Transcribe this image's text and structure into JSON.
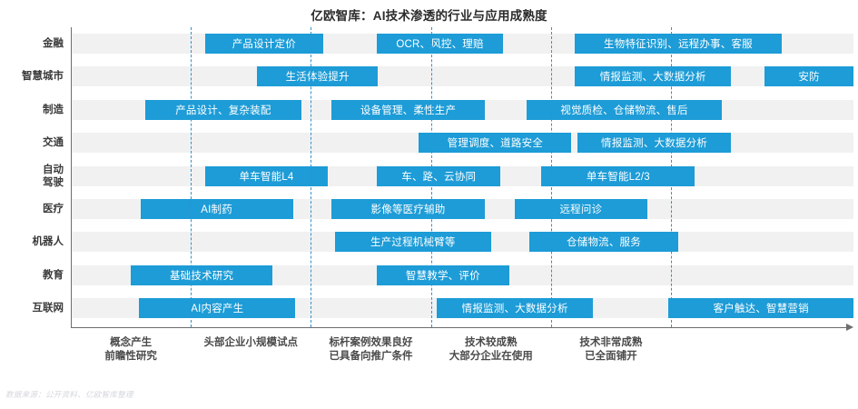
{
  "title": "亿欧智库：AI技术渗透的行业与应用成熟度",
  "source_note": "数据来源：公开资料、亿欧智库整理",
  "colors": {
    "bar": "#1d9cd7",
    "band": "#f1f1f1",
    "grid": "#2f93d0",
    "axis": "#6e6e6e"
  },
  "chart_data": {
    "type": "bar",
    "title": "亿欧智库：AI技术渗透的行业与应用成熟度",
    "xlabel": "",
    "ylabel": "",
    "grid": true,
    "legend": "none",
    "orientation": "horizontal",
    "xlim": [
      0,
      5
    ],
    "x_tick_labels": [
      "概念产生\n前瞻性研究",
      "头部企业小规模试点",
      "标杆案例效果良好\n已具备向推广条件",
      "技术较成熟\n大部分企业在使用",
      "技术非常成熟\n已全面铺开"
    ],
    "x_stages": [
      {
        "line1": "概念产生",
        "line2": "前瞻性研究"
      },
      {
        "line1": "头部企业小规模试点",
        "line2": ""
      },
      {
        "line1": "标杆案例效果良好",
        "line2": "已具备向推广条件"
      },
      {
        "line1": "技术较成熟",
        "line2": "大部分企业在使用"
      },
      {
        "line1": "技术非常成熟",
        "line2": "已全面铺开"
      }
    ],
    "grid_positions": [
      1,
      2,
      3,
      4,
      5
    ],
    "categories": [
      "金融",
      "智慧城市",
      "制造",
      "交通",
      "自动驾驶",
      "医疗",
      "机器人",
      "教育",
      "互联网"
    ],
    "rows": [
      {
        "category": "金融",
        "label_lines": [
          "金融"
        ],
        "bars": [
          {
            "text": "产品设计定价",
            "start": 1.12,
            "end": 2.1
          },
          {
            "text": "OCR、风控、理赔",
            "start": 2.55,
            "end": 3.6
          },
          {
            "text": "生物特征识别、远程办事、客服",
            "start": 4.2,
            "end": 5.92
          }
        ]
      },
      {
        "category": "智慧城市",
        "label_lines": [
          "智慧城市"
        ],
        "bars": [
          {
            "text": "生活体验提升",
            "start": 1.55,
            "end": 2.56
          },
          {
            "text": "情报监测、大数据分析",
            "start": 4.2,
            "end": 5.5
          },
          {
            "text": "安防",
            "start": 5.78,
            "end": 6.52
          }
        ]
      },
      {
        "category": "制造",
        "label_lines": [
          "制造"
        ],
        "bars": [
          {
            "text": "产品设计、复杂装配",
            "start": 0.62,
            "end": 1.92
          },
          {
            "text": "设备管理、柔性生产",
            "start": 2.17,
            "end": 3.45
          },
          {
            "text": "视觉质检、仓储物流、售后",
            "start": 3.8,
            "end": 5.42
          }
        ]
      },
      {
        "category": "交通",
        "label_lines": [
          "交通"
        ],
        "bars": [
          {
            "text": "管理调度、道路安全",
            "start": 2.9,
            "end": 4.17
          },
          {
            "text": "情报监测、大数据分析",
            "start": 4.22,
            "end": 5.5
          }
        ]
      },
      {
        "category": "自动驾驶",
        "label_lines": [
          "自动",
          "驾驶"
        ],
        "bars": [
          {
            "text": "单车智能L4",
            "start": 1.12,
            "end": 2.14
          },
          {
            "text": "车、路、云协同",
            "start": 2.55,
            "end": 3.58
          },
          {
            "text": "单车智能L2/3",
            "start": 3.92,
            "end": 5.2
          }
        ]
      },
      {
        "category": "医疗",
        "label_lines": [
          "医疗"
        ],
        "bars": [
          {
            "text": "AI制药",
            "start": 0.58,
            "end": 1.85
          },
          {
            "text": "影像等医疗辅助",
            "start": 2.17,
            "end": 3.45
          },
          {
            "text": "远程问诊",
            "start": 3.7,
            "end": 4.8
          }
        ]
      },
      {
        "category": "机器人",
        "label_lines": [
          "机器人"
        ],
        "bars": [
          {
            "text": "生产过程机械臂等",
            "start": 2.2,
            "end": 3.5
          },
          {
            "text": "仓储物流、服务",
            "start": 3.82,
            "end": 5.06
          }
        ]
      },
      {
        "category": "教育",
        "label_lines": [
          "教育"
        ],
        "bars": [
          {
            "text": "基础技术研究",
            "start": 0.5,
            "end": 1.68
          },
          {
            "text": "智慧教学、评价",
            "start": 2.55,
            "end": 3.65
          }
        ]
      },
      {
        "category": "互联网",
        "label_lines": [
          "互联网"
        ],
        "bars": [
          {
            "text": "AI内容产生",
            "start": 0.57,
            "end": 1.87
          },
          {
            "text": "情报监测、大数据分析",
            "start": 3.05,
            "end": 4.35
          },
          {
            "text": "客户触达、智慧营销",
            "start": 4.98,
            "end": 6.52
          }
        ]
      }
    ]
  }
}
